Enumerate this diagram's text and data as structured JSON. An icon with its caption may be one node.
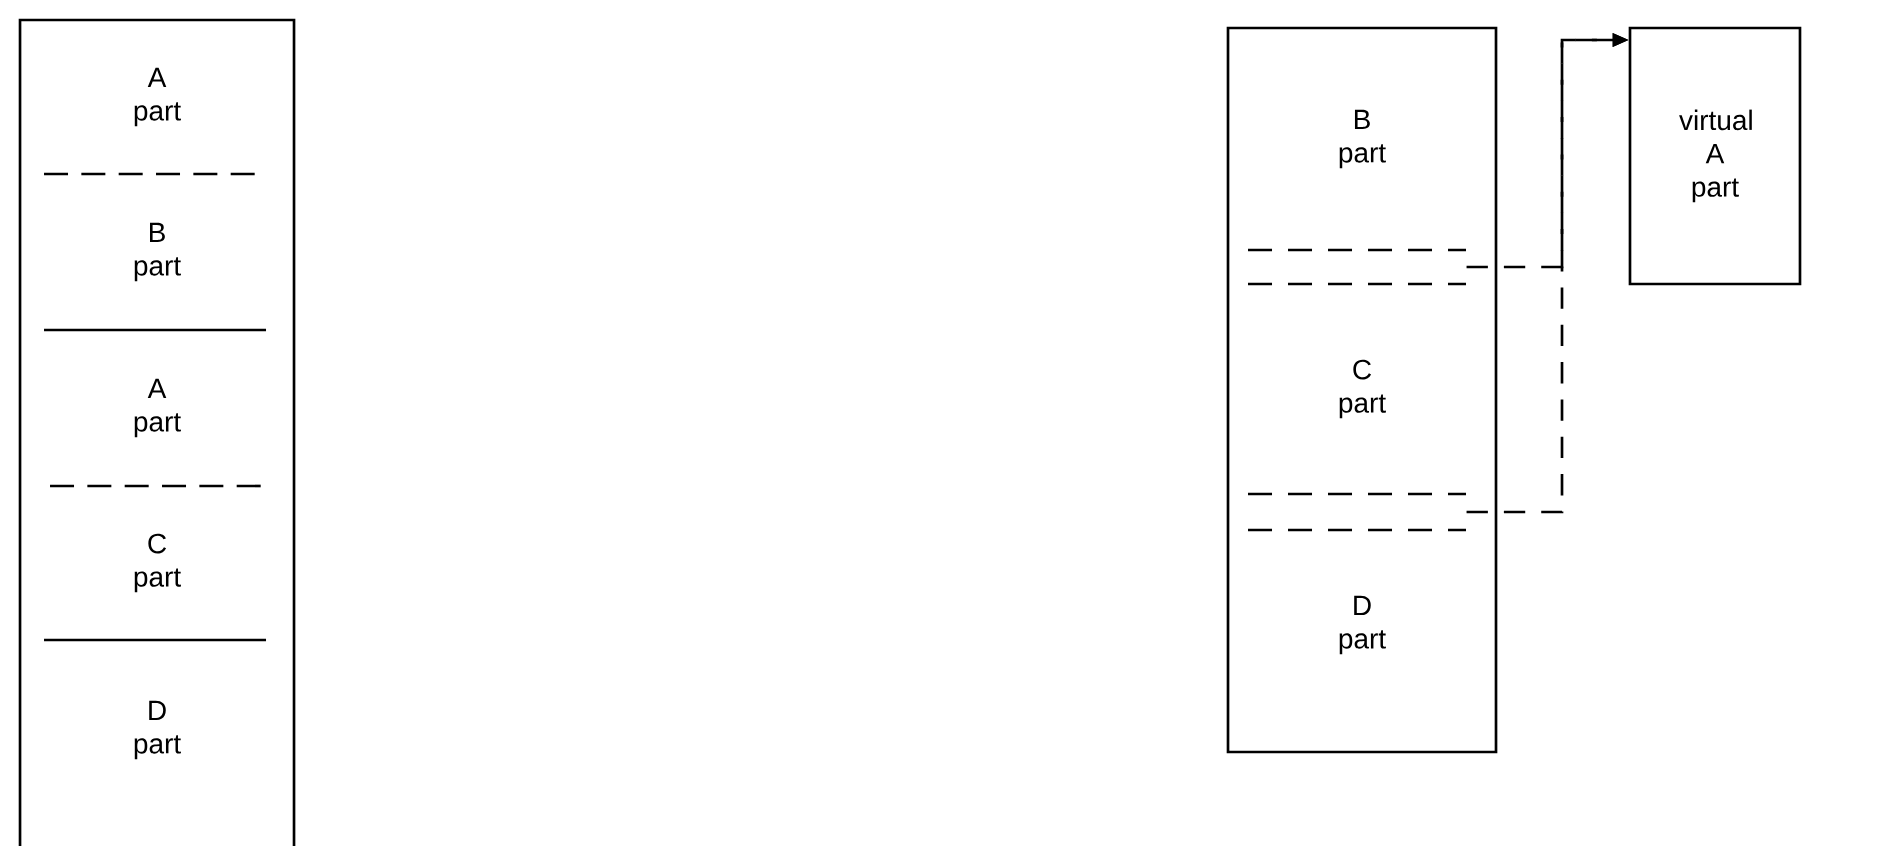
{
  "diagram": {
    "nodes": [
      {
        "text": [],
        "shape": "box"
      },
      {
        "text": [
          "A part"
        ],
        "in": 0
      },
      {
        "text": [
          "B part"
        ],
        "in": 0
      },
      {
        "text": [
          "A part"
        ],
        "in": 0
      },
      {
        "text": [
          "C part"
        ],
        "in": 0
      },
      {
        "text": [
          "D part"
        ],
        "in": 0
      },
      {
        "text": [],
        "shape": "box"
      },
      {
        "text": [
          "B part"
        ],
        "in": 6
      },
      {
        "text": [],
        "shape": "bar",
        "in": 6
      },
      {
        "text": [
          "C part"
        ],
        "in": 6
      },
      {
        "text": [],
        "shape": "bar",
        "in": 6
      },
      {
        "text": [
          "D part"
        ],
        "in": 6
      },
      {
        "text": [
          "virtual A part"
        ]
      }
    ],
    "edges": [
      {
        "from": 8,
        "to": 12,
        "arrow": "to",
        "style": "dashed"
      },
      {
        "from": 10,
        "to": 12,
        "arrow": "to",
        "style": "dashed"
      }
    ]
  }
}
